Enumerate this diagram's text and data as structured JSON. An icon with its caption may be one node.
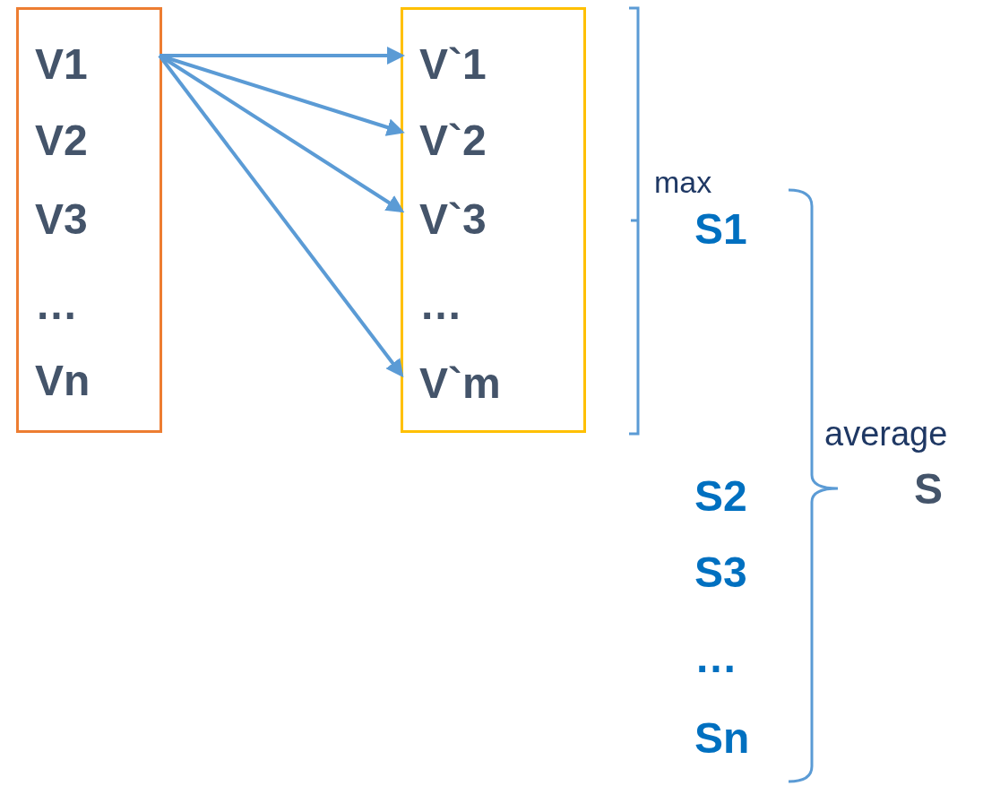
{
  "diagram": {
    "nodes": [
      {
        "text": [],
        "shape": "box"
      },
      {
        "text": [
          "V1"
        ],
        "in": 0
      },
      {
        "text": [
          "V2"
        ],
        "in": 0
      },
      {
        "text": [
          "V3"
        ],
        "in": 0
      },
      {
        "text": [
          "…"
        ],
        "in": 0
      },
      {
        "text": [
          "Vn"
        ],
        "in": 0
      },
      {
        "text": [],
        "shape": "box"
      },
      {
        "text": [
          "V`1"
        ],
        "in": 6
      },
      {
        "text": [
          "V`2"
        ],
        "in": 6
      },
      {
        "text": [
          "V`3"
        ],
        "in": 6
      },
      {
        "text": [
          "…"
        ],
        "in": 6
      },
      {
        "text": [
          "V`m"
        ],
        "in": 6
      }
    ],
    "edges": [
      {
        "from": 1,
        "to": 7,
        "arrow": "to"
      },
      {
        "from": 1,
        "to": 8,
        "arrow": "to"
      },
      {
        "from": 1,
        "to": 9,
        "arrow": "to"
      },
      {
        "from": 1,
        "to": 11,
        "arrow": "to"
      }
    ],
    "labels": [
      "max",
      "S1",
      "average",
      "S",
      "S2",
      "S3",
      "…",
      "Sn"
    ]
  }
}
